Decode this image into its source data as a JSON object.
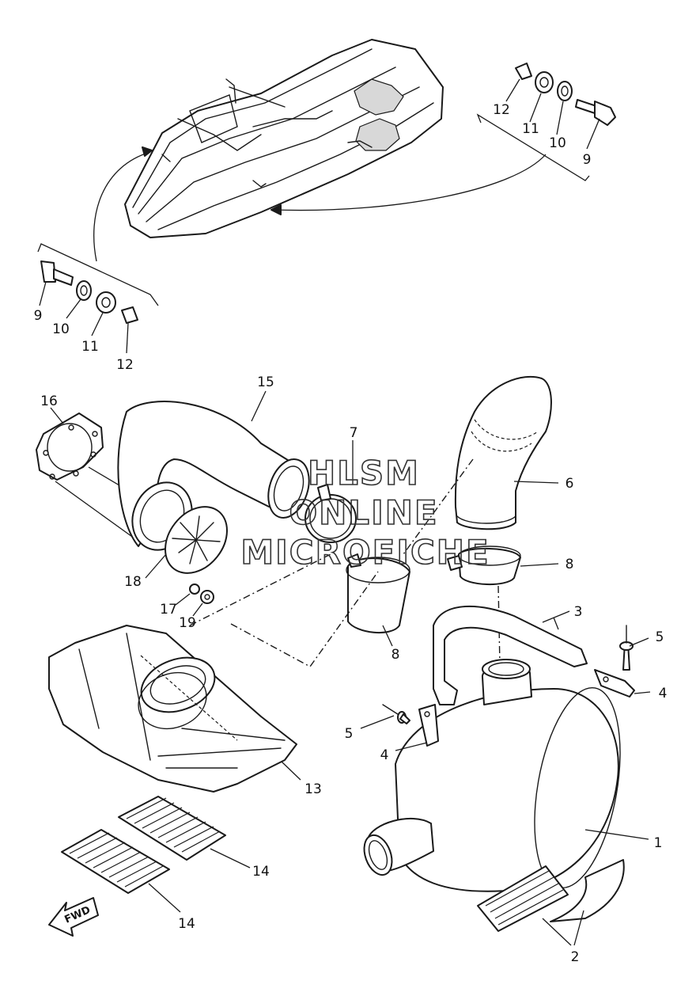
{
  "callouts": {
    "c1": "1",
    "c2": "2",
    "c3": "3",
    "c4a": "4",
    "c4b": "4",
    "c5a": "5",
    "c5b": "5",
    "c6": "6",
    "c7": "7",
    "c8a": "8",
    "c8b": "8",
    "c9a": "9",
    "c9b": "9",
    "c10a": "10",
    "c10b": "10",
    "c11a": "11",
    "c11b": "11",
    "c12a": "12",
    "c12b": "12",
    "c13": "13",
    "c14a": "14",
    "c14b": "14",
    "c15": "15",
    "c16": "16",
    "c17": "17",
    "c18": "18",
    "c19": "19"
  },
  "watermark": {
    "line1": "HLSM",
    "line2": "ONLINE",
    "line3": "MICROFICHE"
  },
  "fwd_label": "FWD"
}
